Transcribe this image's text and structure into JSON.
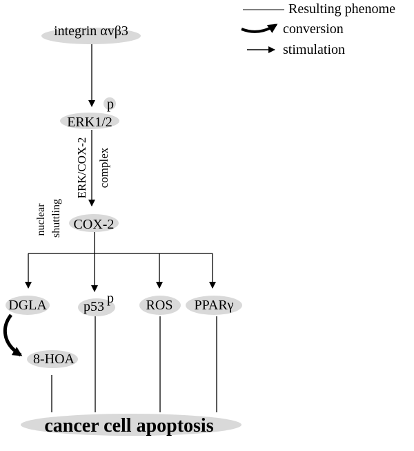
{
  "legend": {
    "line_label": "Resulting phenome",
    "curve_label": "conversion",
    "arrow_label": "stimulation"
  },
  "nodes": {
    "integrin": "integrin αvβ3",
    "erk": "ERK1/2",
    "erk_p": "p",
    "cox2": "COX-2",
    "dgla": "DGLA",
    "p53": "p53",
    "p53_p": "p",
    "ros": "ROS",
    "ppar": "PPARγ",
    "hoa": "8-HOA",
    "apoptosis": "cancer cell apoptosis"
  },
  "edge_labels": {
    "erk_cox_complex_1": "ERK/COX-2",
    "erk_cox_complex_2": "complex",
    "nuclear_1": "nuclear",
    "nuclear_2": "shuttling"
  },
  "colors": {
    "node_shadow": "#d9d9d9",
    "line": "#000000"
  }
}
